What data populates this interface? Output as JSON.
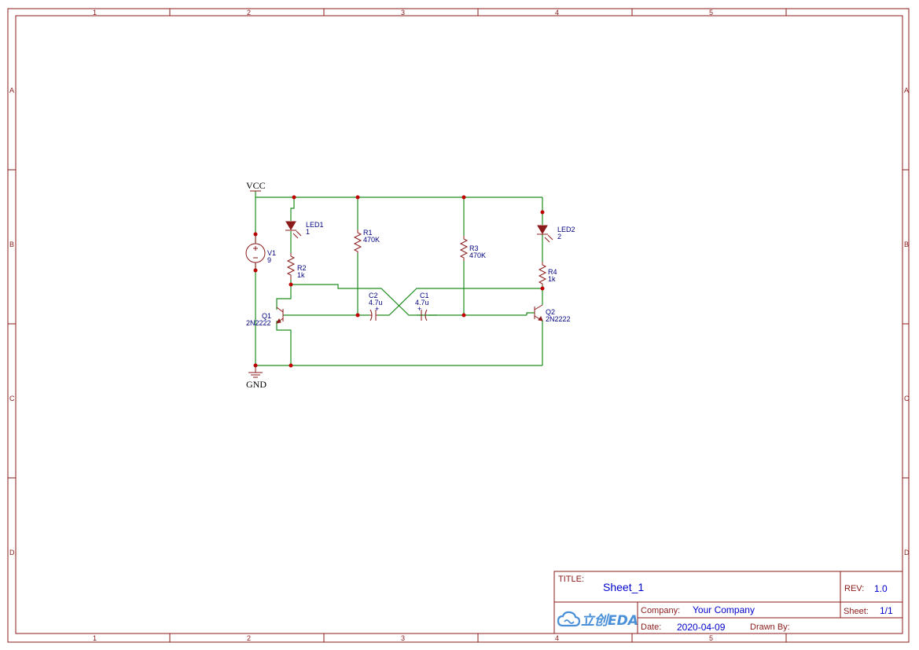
{
  "zones": {
    "columns": [
      "1",
      "2",
      "3",
      "4",
      "5"
    ],
    "rows": [
      "A",
      "B",
      "C",
      "D"
    ]
  },
  "nets": {
    "vcc": "VCC",
    "gnd": "GND"
  },
  "components": {
    "v1": {
      "ref": "V1",
      "value": "9"
    },
    "led1": {
      "ref": "LED1",
      "value": "1"
    },
    "led2": {
      "ref": "LED2",
      "value": "2"
    },
    "r1": {
      "ref": "R1",
      "value": "470K"
    },
    "r2": {
      "ref": "R2",
      "value": "1k"
    },
    "r3": {
      "ref": "R3",
      "value": "470K"
    },
    "r4": {
      "ref": "R4",
      "value": "1k"
    },
    "c1": {
      "ref": "C1",
      "value": "4.7u"
    },
    "c2": {
      "ref": "C2",
      "value": "4.7u"
    },
    "q1": {
      "ref": "Q1",
      "value": "2N2222"
    },
    "q2": {
      "ref": "Q2",
      "value": "2N2222"
    }
  },
  "title_block": {
    "title_label": "TITLE:",
    "title": "Sheet_1",
    "rev_label": "REV:",
    "rev": "1.0",
    "company_label": "Company:",
    "company": "Your Company",
    "sheet_label": "Sheet:",
    "sheet": "1/1",
    "date_label": "Date:",
    "date": "2020-04-09",
    "drawn_by_label": "Drawn By:",
    "drawn_by": "",
    "logo_text": "立创EDA"
  },
  "colors": {
    "frame": "#8b1a1a",
    "wire": "#1e8c1e",
    "junction": "#c00000",
    "designator": "#000080",
    "title_value": "#0000cc",
    "logo": "#4a90d9"
  }
}
